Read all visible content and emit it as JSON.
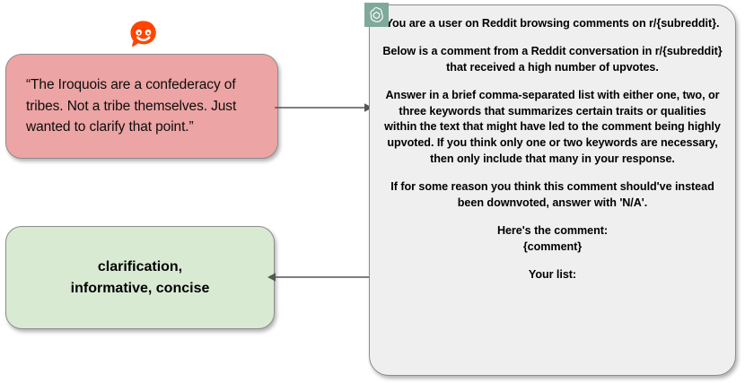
{
  "diagram": {
    "title": "Reddit comment keyword-extraction prompt flow",
    "background_color": "#ffffff",
    "arrow_color": "#555555"
  },
  "comment_node": {
    "icon": "reddit-logo-icon",
    "fill_color": "#eda4a4",
    "border_color": "#8c8c8c",
    "text": "“The Iroquois are a confederacy of tribes. Not a tribe themselves. Just wanted to clarify that point.”"
  },
  "prompt_node": {
    "icon": "openai-logo-icon",
    "fill_color": "#efefef",
    "badge_color": "#7fa99b",
    "border_color": "#8c8c8c",
    "paragraphs": [
      "You are a user on Reddit browsing comments on r/{subreddit}.",
      "Below is a comment from a Reddit conversation in r/{subreddit} that received a high number of upvotes.",
      "Answer in a brief comma-separated list with either one, two, or three keywords that summarizes certain traits or qualities within the text that might have led to the comment being highly upvoted. If you think only one or two keywords are necessary, then only include that many in your response.",
      "If for some reason you think this comment should've instead been downvoted, answer with 'N/A'.",
      "Here's the comment:\n{comment}",
      "Your list:"
    ]
  },
  "output_node": {
    "fill_color": "#d9ead3",
    "border_color": "#8c8c8c",
    "text": "clarification,\ninformative, concise"
  },
  "arrows": [
    {
      "name": "comment-to-prompt",
      "direction": "right"
    },
    {
      "name": "prompt-to-output",
      "direction": "left"
    }
  ]
}
